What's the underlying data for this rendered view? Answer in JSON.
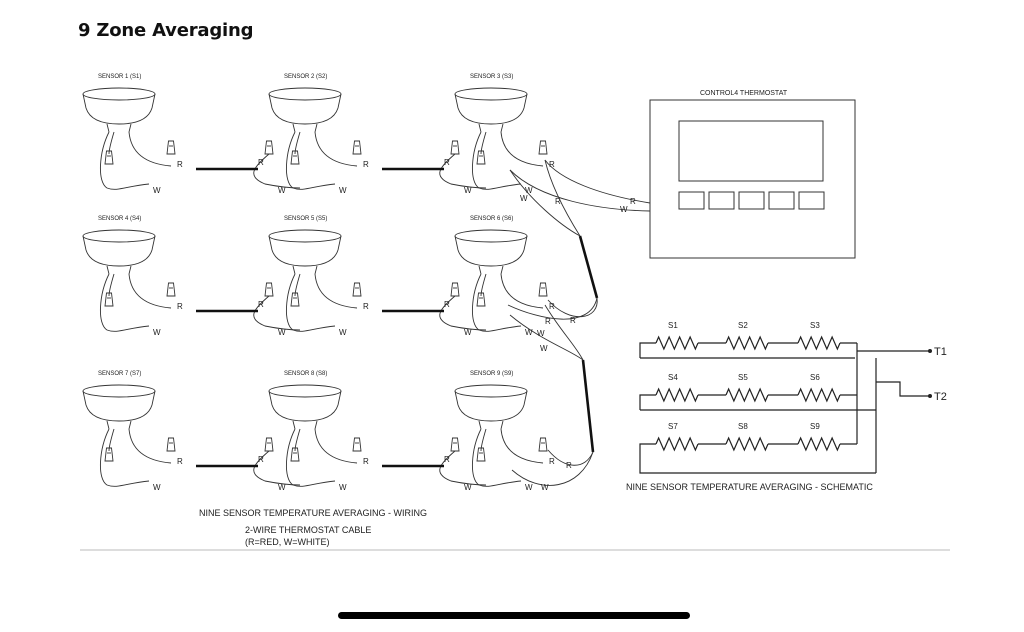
{
  "page": {
    "title": "9 Zone Averaging"
  },
  "sensors": [
    {
      "label": "SENSOR 1 (S1)"
    },
    {
      "label": "SENSOR 2 (S2)"
    },
    {
      "label": "SENSOR 3 (S3)"
    },
    {
      "label": "SENSOR 4 (S4)"
    },
    {
      "label": "SENSOR 5 (S5)"
    },
    {
      "label": "SENSOR 6 (S6)"
    },
    {
      "label": "SENSOR 7 (S7)"
    },
    {
      "label": "SENSOR 8 (S8)"
    },
    {
      "label": "SENSOR 9 (S9)"
    }
  ],
  "thermostat": {
    "label": "CONTROL4 THERMOSTAT",
    "buttons": 5
  },
  "wire_labels": {
    "red": "R",
    "white": "W"
  },
  "wiring": {
    "caption": "NINE SENSOR TEMPERATURE AVERAGING - WIRING",
    "cable_note_1": "2-WIRE THERMOSTAT CABLE",
    "cable_note_2": "(R=RED, W=WHITE)"
  },
  "schematic": {
    "caption": "NINE SENSOR TEMPERATURE AVERAGING - SCHEMATIC",
    "resistors": [
      "S1",
      "S2",
      "S3",
      "S4",
      "S5",
      "S6",
      "S7",
      "S8",
      "S9"
    ],
    "terminals": [
      "T1",
      "T2"
    ]
  }
}
